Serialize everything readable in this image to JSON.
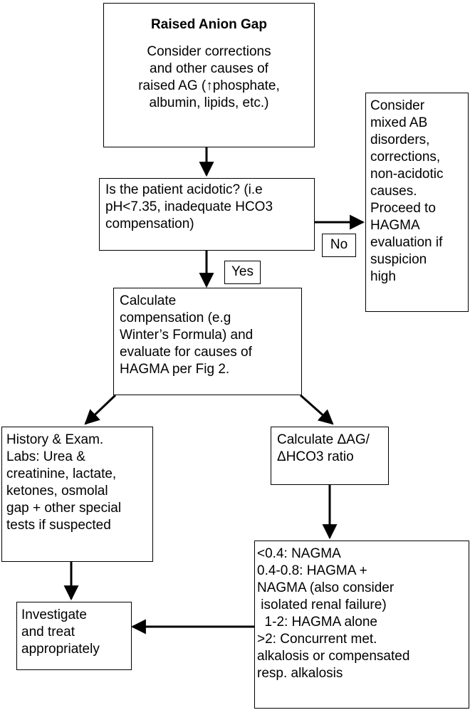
{
  "raised_box": {
    "title": "Raised Anion Gap",
    "lines": [
      "Consider corrections",
      "and other causes of",
      "raised AG (↑phosphate,",
      "albumin, lipids, etc.)"
    ]
  },
  "acidotic_box": {
    "lines": [
      "Is the patient acidotic? (i.e",
      "pH<7.35, inadequate HCO3",
      "compensation)"
    ]
  },
  "mixed_box": {
    "lines": [
      "Consider",
      "mixed AB",
      "disorders,",
      "corrections,",
      "non-acidotic",
      "causes.",
      "Proceed to",
      "HAGMA",
      "evaluation if",
      "suspicion",
      "high"
    ]
  },
  "no_label": "No",
  "yes_label": "Yes",
  "compensation_box": {
    "lines": [
      "Calculate",
      "compensation (e.g",
      "Winter’s Formula) and",
      "evaluate for causes of",
      "HAGMA per Fig 2."
    ]
  },
  "history_box": {
    "lines": [
      "History & Exam.",
      "Labs: Urea &",
      "creatinine, lactate,",
      "ketones, osmolal",
      "gap + other special",
      "tests if suspected"
    ]
  },
  "ratio_box": {
    "lines": [
      "Calculate ΔAG/",
      "ΔHCO3 ratio"
    ]
  },
  "ratio_results_box": {
    "lines": [
      "<0.4: NAGMA",
      "0.4-0.8: HAGMA +",
      "NAGMA (also consider",
      " isolated renal failure)",
      "  1-2: HAGMA alone",
      ">2: Concurrent met.",
      "alkalosis or compensated",
      "resp. alkalosis"
    ]
  },
  "treat_box": {
    "lines": [
      "Investigate",
      "and treat",
      "appropriately"
    ]
  }
}
